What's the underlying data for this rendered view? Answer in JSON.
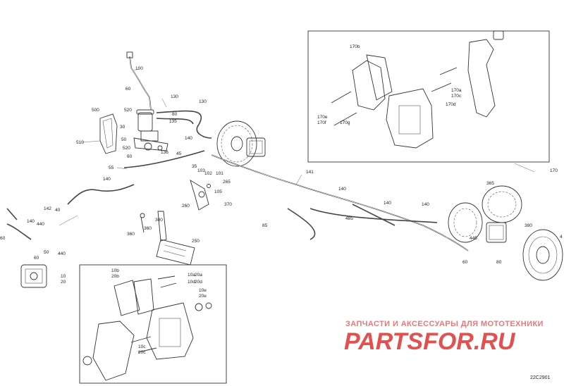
{
  "labels": {
    "l100": "100",
    "l60a": "60",
    "l130": "130",
    "l80a": "80",
    "l135": "135",
    "l130b": "130",
    "l500": "500",
    "l520a": "520",
    "l30": "30",
    "l510": "510",
    "l50": "50",
    "l520b": "520",
    "l140a": "140",
    "l136": "136",
    "l45": "45",
    "l60b": "60",
    "l55": "55",
    "l140b": "140",
    "l35": "35",
    "l103": "103",
    "l102": "102",
    "l101": "101",
    "l265": "265",
    "l105": "105",
    "l260": "260",
    "l370": "370",
    "l141": "141",
    "l140c": "140",
    "l140d": "140",
    "l485": "485",
    "l140e": "140",
    "l365": "365",
    "l170": "170",
    "l380": "380",
    "l4": "4",
    "l445": "445",
    "l60c": "60",
    "l80b": "80",
    "l85": "85",
    "l142": "142",
    "l40": "40",
    "l140f": "140",
    "l440a": "440",
    "l60d": "60",
    "l50b": "50",
    "l440b": "440",
    "l10": "10",
    "l20": "20",
    "l60e": "60",
    "l360": "360",
    "l360b": "360",
    "l300": "300",
    "l250": "250",
    "l170b": "170b",
    "l170a": "170a",
    "l170c": "170c",
    "l170d": "170d",
    "l170e": "170e",
    "l170f": "170f",
    "l170g": "170g",
    "l10b": "10b",
    "l20b": "20b",
    "l10a": "10a",
    "l20a": "20a",
    "l10d": "10d",
    "l20d": "20d",
    "l10e": "10e",
    "l20e": "20e",
    "l10c": "10c",
    "l20c": "20c"
  },
  "watermark": {
    "top_text": "ЗАПЧАСТИ И АКСЕССУАРЫ ДЛЯ МОТОТЕХНИКИ",
    "logo_text": "PARTSFOR.RU"
  },
  "diagram_code": "22C2901",
  "colors": {
    "line": "#333333",
    "watermark": "#e25050"
  }
}
